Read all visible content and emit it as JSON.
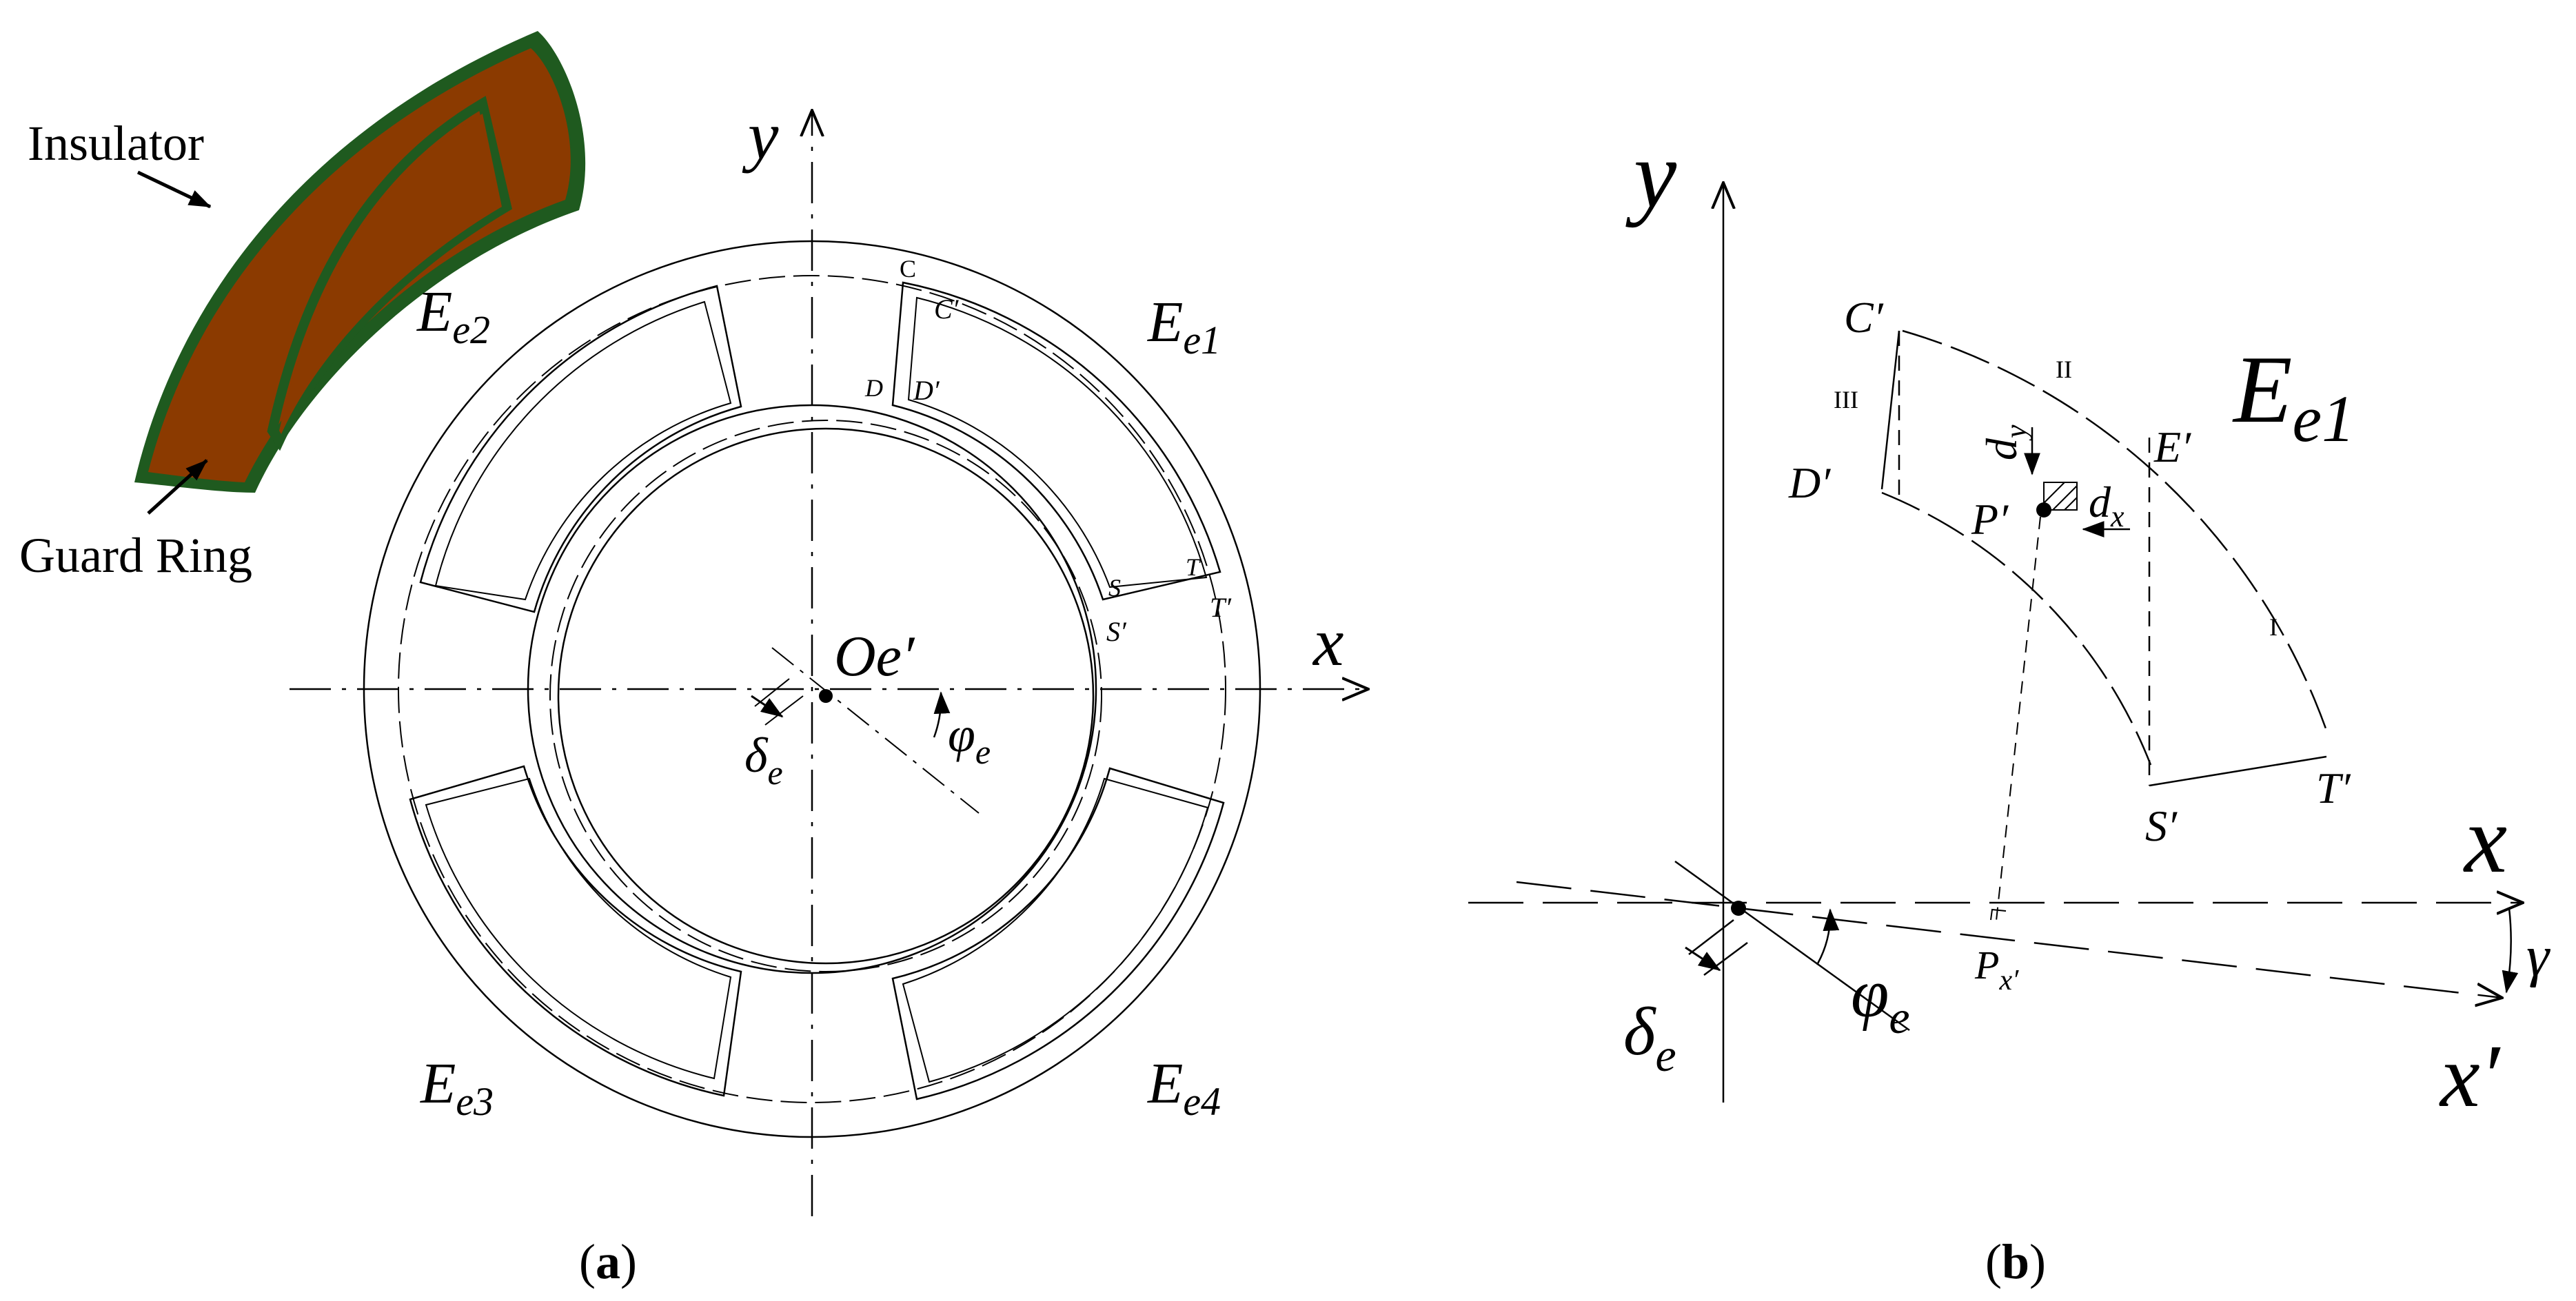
{
  "colors": {
    "electrode_fill": "#8B3A00",
    "insulator_green": "#1f5a1f",
    "line": "#000000"
  },
  "panel_a": {
    "caption_open": "(",
    "caption_letter": "a",
    "caption_close": ")",
    "callouts": {
      "insulator": "Insulator",
      "guard_ring": "Guard Ring"
    },
    "axes": {
      "x": "x",
      "y": "y"
    },
    "center": {
      "base": "Oe",
      "prime": "′"
    },
    "electrodes": {
      "e1": {
        "base": "E",
        "sub": "e1"
      },
      "e2": {
        "base": "E",
        "sub": "e2"
      },
      "e3": {
        "base": "E",
        "sub": "e3"
      },
      "e4": {
        "base": "E",
        "sub": "e4"
      }
    },
    "corners": {
      "C": "C",
      "Cp": "C′",
      "D": "D",
      "Dp": "D′",
      "S": "S",
      "Sp": "S′",
      "T": "T",
      "Tp": "T′"
    },
    "delta": {
      "base": "δ",
      "sub": "e"
    },
    "phi": {
      "base": "φ",
      "sub": "e"
    }
  },
  "panel_b": {
    "caption_open": "(",
    "caption_letter": "b",
    "caption_close": ")",
    "axes": {
      "x": "x",
      "y": "y",
      "x_prime": "x′"
    },
    "electrode": {
      "base": "E",
      "sub": "e1"
    },
    "corners": {
      "Cp": "C′",
      "Dp": "D′",
      "Ep": "E′",
      "Sp": "S′",
      "Tp": "T′",
      "Pp": "P′"
    },
    "regions": {
      "r1": "I",
      "r2": "II",
      "r3": "III"
    },
    "dx": {
      "base": "d",
      "sub": "x"
    },
    "dy": {
      "base": "d",
      "sub": "y"
    },
    "px": {
      "base": "P",
      "sub": "x′"
    },
    "delta": {
      "base": "δ",
      "sub": "e"
    },
    "phi": {
      "base": "φ",
      "sub": "e"
    },
    "gamma": "γ"
  }
}
